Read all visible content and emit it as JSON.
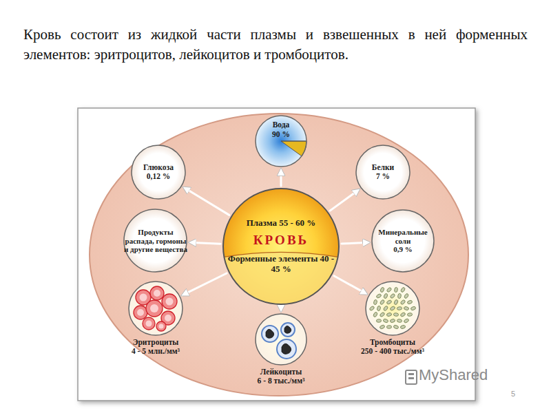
{
  "diagram": {
    "title": "Кровь состоит из жидкой части плазмы и взвешенных в ней форменных элементов: эритроцитов, лейкоцитов и тромбоцитов.",
    "nodes": [
      {
        "text": [
          "Вода",
          "90 %"
        ]
      },
      {
        "text": [
          "Глюкоза",
          "0,12 %"
        ]
      },
      {
        "text": [
          "Белки",
          "7 %"
        ]
      },
      {
        "text": [
          "Продукты распада, гормоны и другие вещества"
        ]
      },
      {
        "text": [
          "Плазма 55 - 60 %",
          "КРОВЬ",
          "Форменные элементы 40 - 45 %"
        ]
      },
      {
        "text": [
          "Минеральные соли",
          "0,9 %"
        ]
      },
      {
        "text": [
          "Эритроциты",
          "4 - 5 млн./мм³"
        ]
      },
      {
        "text": [
          "Лейкоциты",
          "6 - 8 тыс./мм³"
        ]
      },
      {
        "text": [
          "Тромбоциты",
          "250 - 400 тыс./мм³"
        ]
      }
    ],
    "edges": [
      {
        "from": 4,
        "to": 0,
        "arrow": "to"
      },
      {
        "from": 4,
        "to": 1,
        "arrow": "to"
      },
      {
        "from": 4,
        "to": 2,
        "arrow": "to"
      },
      {
        "from": 4,
        "to": 3,
        "arrow": "to"
      },
      {
        "from": 4,
        "to": 5,
        "arrow": "to"
      },
      {
        "from": 4,
        "to": 6,
        "arrow": "to"
      },
      {
        "from": 4,
        "to": 7,
        "arrow": "to"
      },
      {
        "from": 4,
        "to": 8,
        "arrow": "to"
      }
    ],
    "labels": [
      "MyShared",
      "5"
    ]
  }
}
